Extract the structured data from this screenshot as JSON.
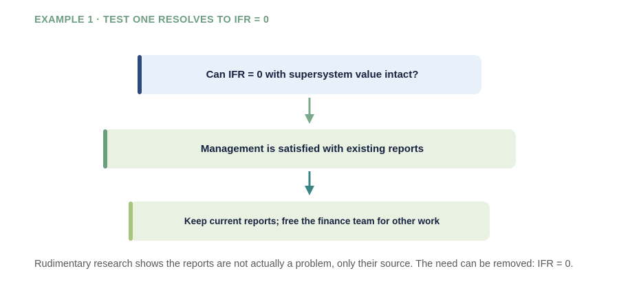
{
  "heading": "EXAMPLE 1 · TEST ONE RESOLVES TO IFR = 0",
  "nodes": [
    {
      "label": "Can IFR = 0 with supersystem value intact?"
    },
    {
      "label": "Management is satisfied with existing reports"
    },
    {
      "label": "Keep current reports; free the finance team for other work"
    }
  ],
  "colors": {
    "heading": "#6e9e82",
    "node1_bar": "#2e4a7a",
    "node1_fill": "#e8f0fa",
    "node2_bar": "#6a9e7e",
    "node2_fill": "#e8f1e2",
    "node3_bar": "#a8c57a",
    "node3_fill": "#e8f1e2",
    "arrow1": "#7aa88a",
    "arrow2": "#3a8584"
  },
  "footnote": "Rudimentary research shows the reports are not actually a problem, only their source. The need can be removed: IFR = 0."
}
